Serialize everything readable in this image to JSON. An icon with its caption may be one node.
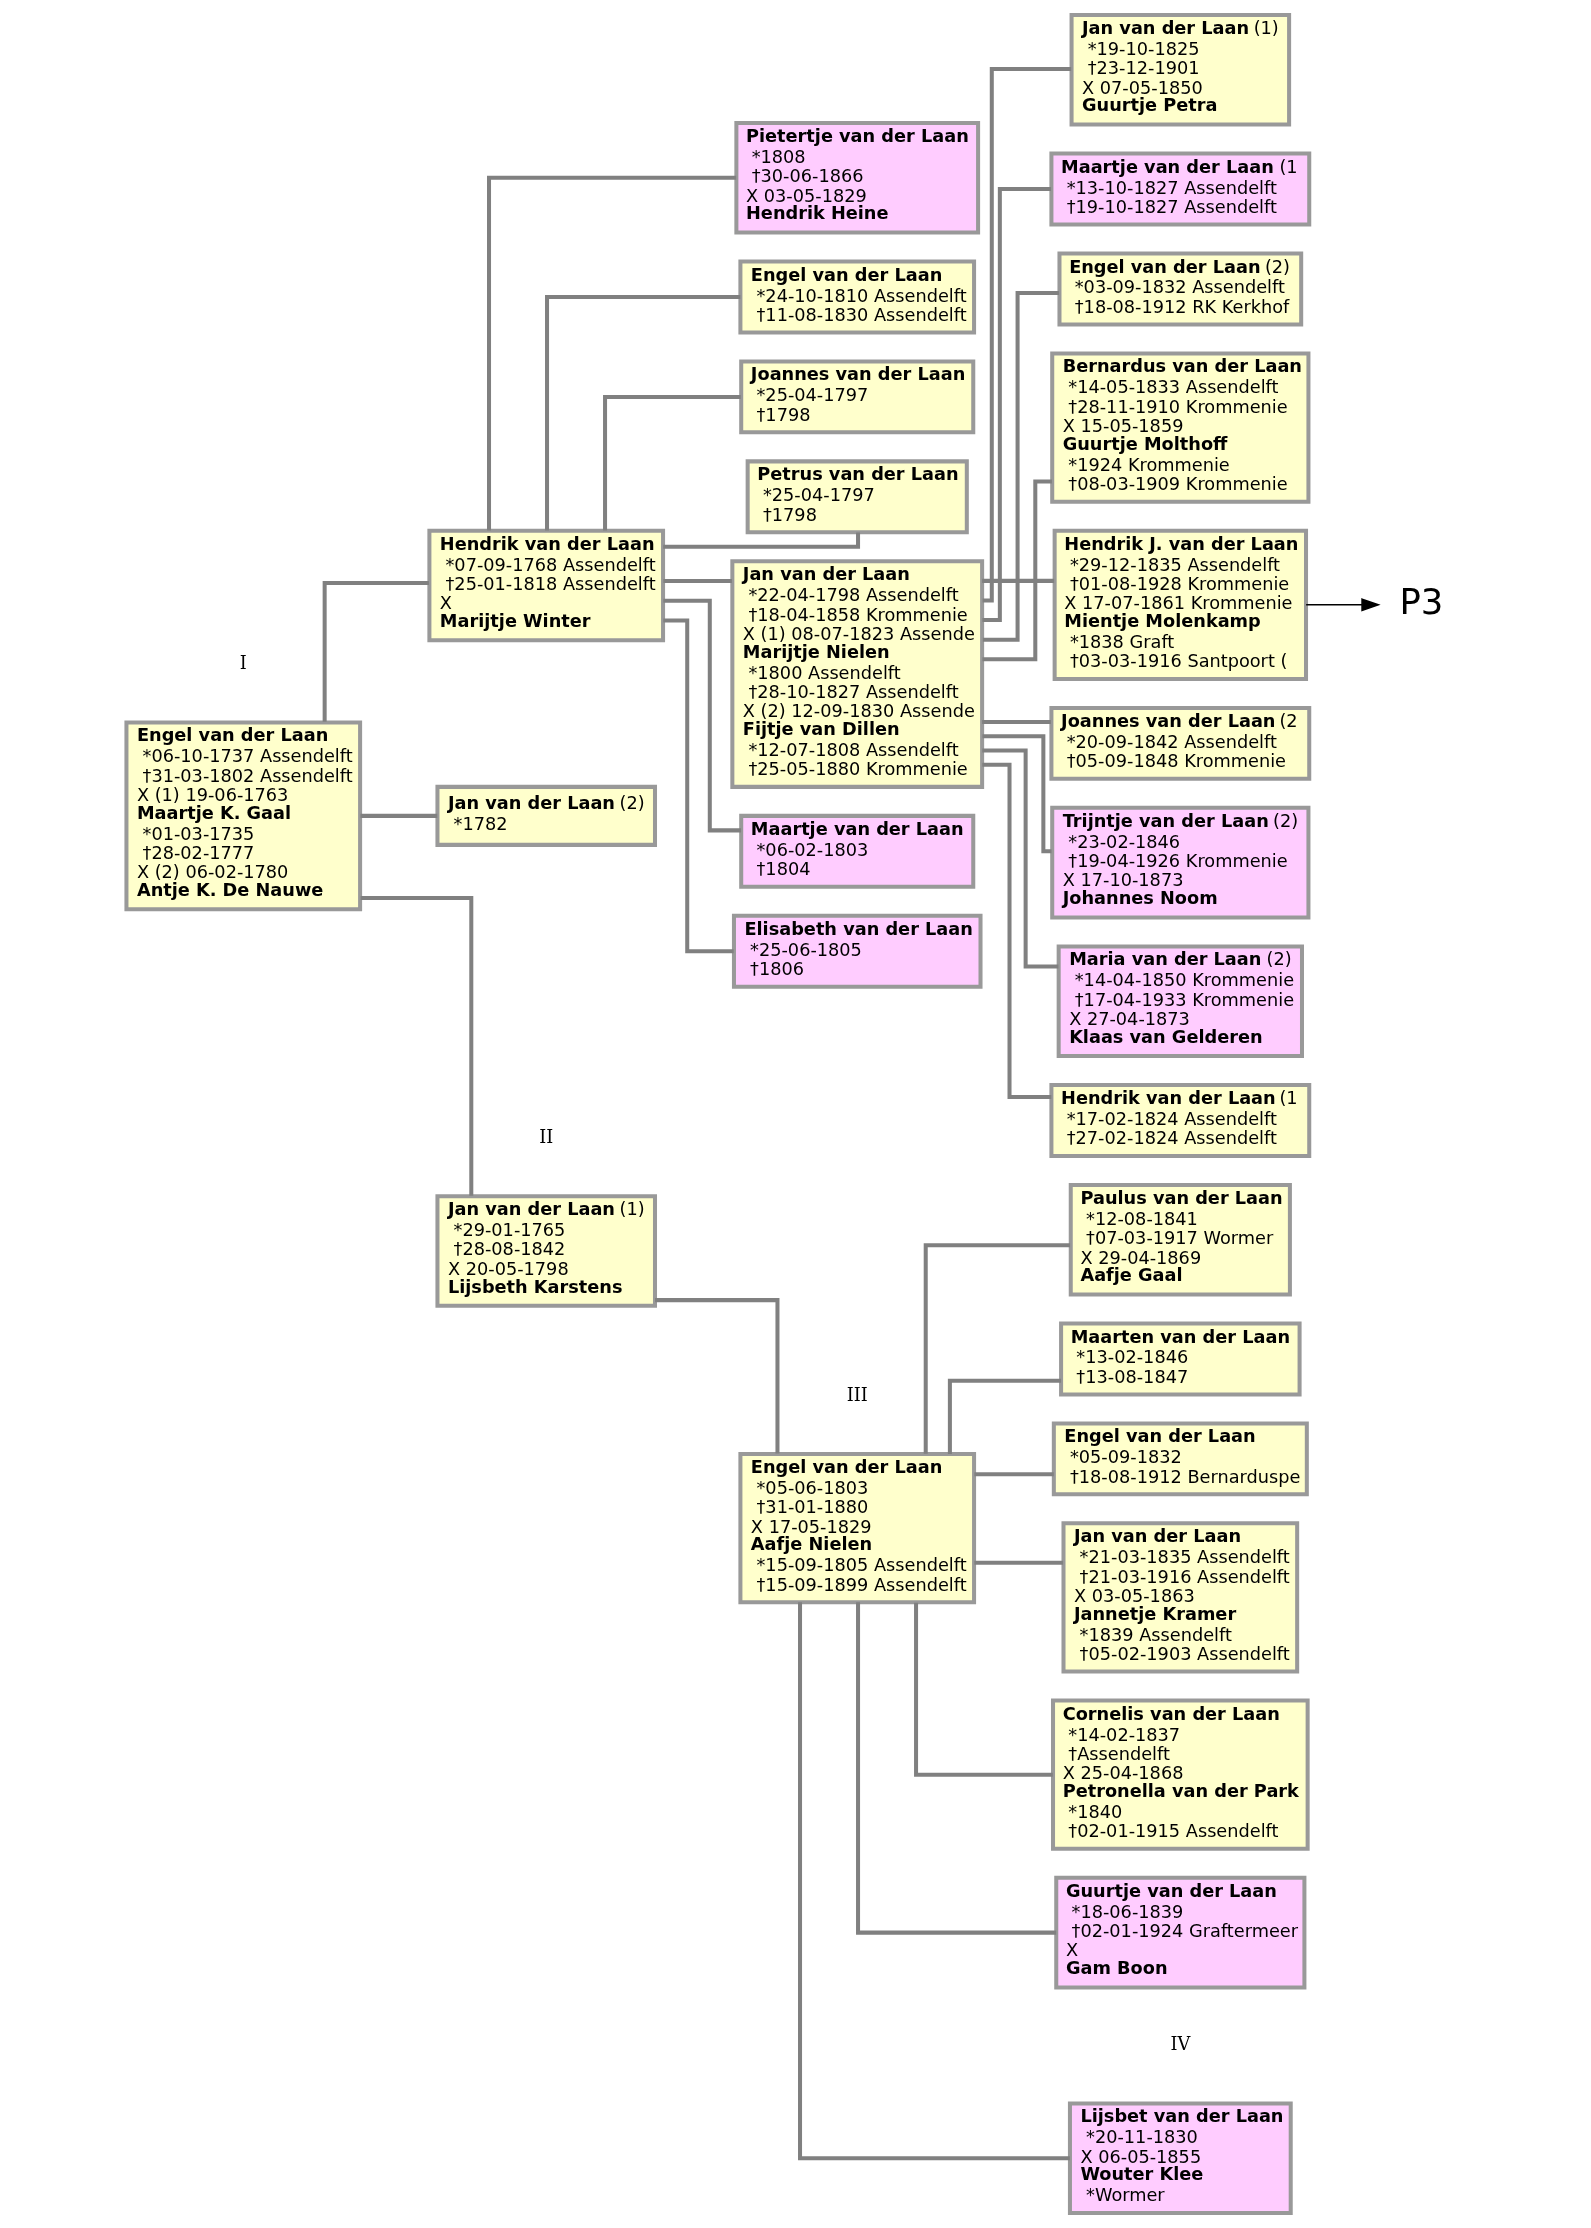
{
  "diagram": {
    "nodes": [
      {
        "text": [
          "**Engel van der Laan**",
          " *06-10-1737 Assendelft",
          " †31-03-1802 Assendelft",
          "X (1) 19-06-1763",
          "**Maartje K. Gaal**",
          " *01-03-1735",
          " †28-02-1777",
          "X (2) 06-02-1780",
          "**Antje K. De Nauwe**"
        ]
      },
      {
        "text": [
          "**Jan van der Laan** (1)",
          " *29-01-1765",
          " †28-08-1842",
          "X 20-05-1798",
          "**Lijsbeth Karstens**"
        ]
      },
      {
        "text": [
          "**Hendrik van der Laan**",
          " *07-09-1768 Assendelft",
          " †25-01-1818 Assendelft",
          "X",
          "**Marijtje Winter**"
        ]
      },
      {
        "text": [
          "**Jan van der Laan** (2)",
          " *1782"
        ]
      },
      {
        "text": [
          "**Engel van der Laan**",
          " *05-06-1803",
          " †31-01-1880",
          "X 17-05-1829",
          "**Aafje Nielen**",
          " *15-09-1805 Assendelft",
          " †15-09-1899 Assendelft"
        ]
      },
      {
        "text": [
          "**Joannes van der Laan**",
          " *25-04-1797",
          " †1798"
        ]
      },
      {
        "text": [
          "**Petrus van der Laan**",
          " *25-04-1797",
          " †1798"
        ]
      },
      {
        "text": [
          "**Jan van der Laan**",
          " *22-04-1798 Assendelft",
          " †18-04-1858 Krommenie",
          "X (1) 08-07-1823 Assende",
          "**Marijtje Nielen**",
          " *1800 Assendelft",
          " †28-10-1827 Assendelft",
          "X (2) 12-09-1830 Assende",
          "**Fijtje van Dillen**",
          " *12-07-1808 Assendelft",
          " †25-05-1880 Krommenie"
        ]
      },
      {
        "text": [
          "**Maartje van der Laan**",
          " *06-02-1803",
          " †1804"
        ]
      },
      {
        "text": [
          "**Elisabeth van der Laan**",
          " *25-06-1805",
          " †1806"
        ]
      },
      {
        "text": [
          "**Pietertje van der Laan**",
          " *1808",
          " †30-06-1866",
          "X 03-05-1829",
          "**Hendrik Heine**"
        ]
      },
      {
        "text": [
          "**Engel van der Laan**",
          " *24-10-1810 Assendelft",
          " †11-08-1830 Assendelft"
        ]
      },
      {
        "text": [
          "**Lijsbet van der Laan**",
          " *20-11-1830",
          "X 06-05-1855",
          "**Wouter Klee**",
          " *Wormer"
        ]
      },
      {
        "text": [
          "**Engel van der Laan**",
          " *05-09-1832",
          " †18-08-1912 Bernarduspe"
        ]
      },
      {
        "text": [
          "**Jan van der Laan**",
          " *21-03-1835 Assendelft",
          " †21-03-1916 Assendelft",
          "X 03-05-1863",
          "**Jannetje Kramer**",
          " *1839 Assendelft",
          " †05-02-1903 Assendelft"
        ]
      },
      {
        "text": [
          "**Cornelis van der Laan**",
          " *14-02-1837",
          " †Assendelft",
          "X 25-04-1868",
          "**Petronella van der Park**",
          " *1840",
          " †02-01-1915 Assendelft"
        ]
      },
      {
        "text": [
          "**Guurtje van der Laan**",
          " *18-06-1839",
          " †02-01-1924 Graftermeer",
          "X",
          "**Gam Boon**"
        ]
      },
      {
        "text": [
          "**Paulus van der Laan**",
          " *12-08-1841",
          " †07-03-1917 Wormer",
          "X 29-04-1869",
          "**Aafje Gaal**"
        ]
      },
      {
        "text": [
          "**Maarten van der Laan**",
          " *13-02-1846",
          " †13-08-1847"
        ]
      },
      {
        "text": [
          "**Hendrik van der Laan** (1",
          " *17-02-1824 Assendelft",
          " †27-02-1824 Assendelft"
        ]
      },
      {
        "text": [
          "**Jan van der Laan** (1)",
          " *19-10-1825",
          " †23-12-1901",
          "X 07-05-1850",
          "**Guurtje Petra**"
        ]
      },
      {
        "text": [
          "**Maartje van der Laan** (1",
          " *13-10-1827 Assendelft",
          " †19-10-1827 Assendelft"
        ]
      },
      {
        "text": [
          "**Engel van der Laan** (2)",
          " *03-09-1832 Assendelft",
          " †18-08-1912 RK Kerkhof"
        ]
      },
      {
        "text": [
          "**Bernardus van der Laan**",
          " *14-05-1833 Assendelft",
          " †28-11-1910 Krommenie",
          "X 15-05-1859",
          "**Guurtje Molthoff**",
          " *1924 Krommenie",
          " †08-03-1909 Krommenie"
        ]
      },
      {
        "text": [
          "**Hendrik J. van der Laan**",
          " *29-12-1835 Assendelft",
          " †01-08-1928 Krommenie",
          "X 17-07-1861 Krommenie",
          "**Mientje Molenkamp**",
          " *1838 Graft",
          " †03-03-1916 Santpoort ("
        ]
      },
      {
        "text": [
          "**Joannes van der Laan** (2",
          " *20-09-1842 Assendelft",
          " †05-09-1848 Krommenie"
        ]
      },
      {
        "text": [
          "**Trijntje van der Laan** (2)",
          " *23-02-1846",
          " †19-04-1926 Krommenie",
          "X 17-10-1873",
          "**Johannes Noom**"
        ]
      },
      {
        "text": [
          "**Maria van der Laan** (2)",
          " *14-04-1850 Krommenie",
          " †17-04-1933 Krommenie",
          "X 27-04-1873",
          "**Klaas van Gelderen**"
        ]
      },
      {
        "text": [
          "P3"
        ]
      }
    ],
    "edges": [
      {
        "from": 0,
        "to": 1,
        "arrow": "none"
      },
      {
        "from": 0,
        "to": 2,
        "arrow": "none"
      },
      {
        "from": 0,
        "to": 3,
        "arrow": "none"
      },
      {
        "from": 1,
        "to": 4,
        "arrow": "none"
      },
      {
        "from": 2,
        "to": 5,
        "arrow": "none"
      },
      {
        "from": 2,
        "to": 6,
        "arrow": "none"
      },
      {
        "from": 2,
        "to": 7,
        "arrow": "none"
      },
      {
        "from": 2,
        "to": 8,
        "arrow": "none"
      },
      {
        "from": 2,
        "to": 9,
        "arrow": "none"
      },
      {
        "from": 2,
        "to": 10,
        "arrow": "none"
      },
      {
        "from": 2,
        "to": 11,
        "arrow": "none"
      },
      {
        "from": 4,
        "to": 12,
        "arrow": "none"
      },
      {
        "from": 4,
        "to": 13,
        "arrow": "none"
      },
      {
        "from": 4,
        "to": 14,
        "arrow": "none"
      },
      {
        "from": 4,
        "to": 15,
        "arrow": "none"
      },
      {
        "from": 4,
        "to": 16,
        "arrow": "none"
      },
      {
        "from": 4,
        "to": 17,
        "arrow": "none"
      },
      {
        "from": 4,
        "to": 18,
        "arrow": "none"
      },
      {
        "from": 7,
        "to": 19,
        "arrow": "none"
      },
      {
        "from": 7,
        "to": 20,
        "arrow": "none"
      },
      {
        "from": 7,
        "to": 21,
        "arrow": "none"
      },
      {
        "from": 7,
        "to": 22,
        "arrow": "none"
      },
      {
        "from": 7,
        "to": 23,
        "arrow": "none"
      },
      {
        "from": 7,
        "to": 24,
        "arrow": "none"
      },
      {
        "from": 7,
        "to": 25,
        "arrow": "none"
      },
      {
        "from": 7,
        "to": 26,
        "arrow": "none"
      },
      {
        "from": 7,
        "to": 27,
        "arrow": "none"
      },
      {
        "from": 24,
        "to": 28,
        "arrow": "to",
        "color": "#000000"
      }
    ],
    "labels": [
      "I",
      "II",
      "III",
      "IV"
    ]
  }
}
